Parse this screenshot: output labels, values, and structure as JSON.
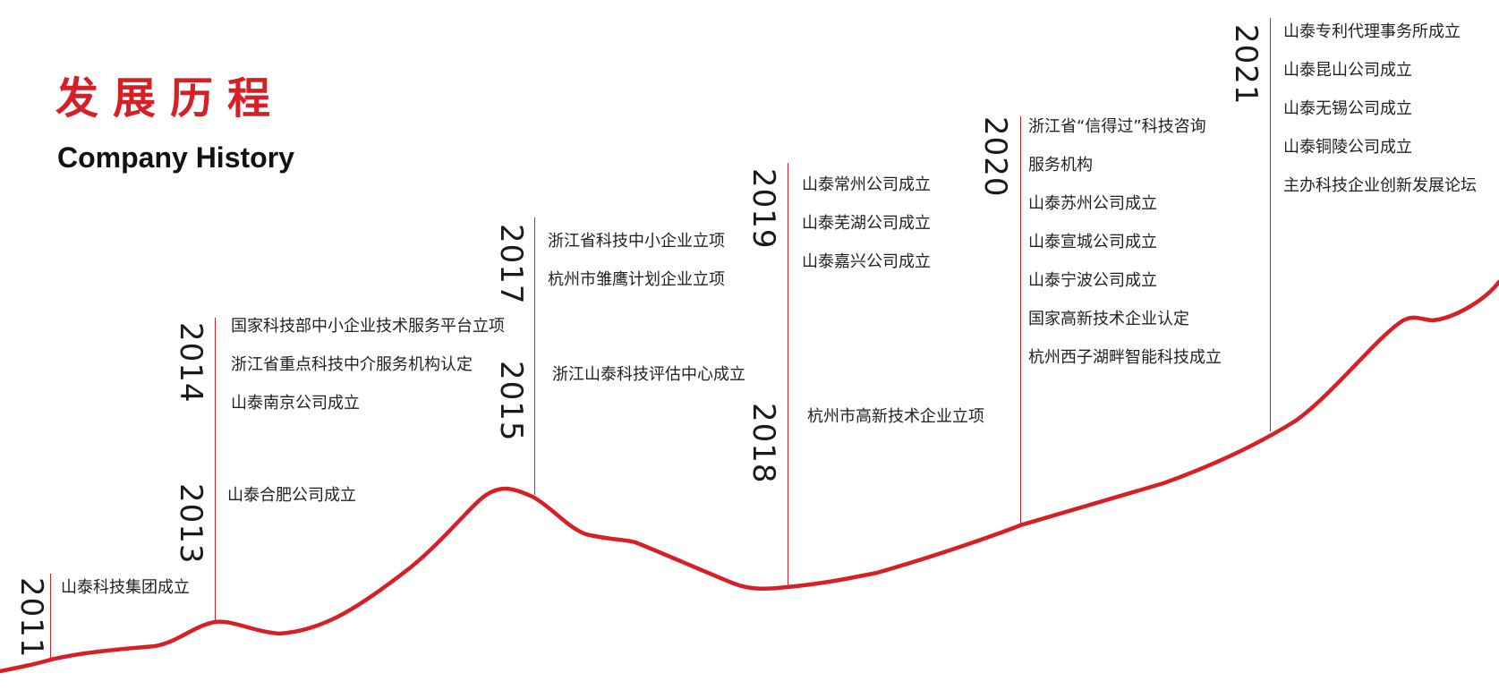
{
  "header": {
    "title_cn": "发展历程",
    "title_en": "Company History"
  },
  "colors": {
    "accent": "#d71f26",
    "text": "#222222"
  },
  "milestones": [
    {
      "year": "2011",
      "events": [
        "山泰科技集团成立"
      ]
    },
    {
      "year": "2013",
      "events": [
        "山泰合肥公司成立"
      ]
    },
    {
      "year": "2014",
      "events": [
        "国家科技部中小企业技术服务平台立项",
        "浙江省重点科技中介服务机构认定",
        "山泰南京公司成立"
      ]
    },
    {
      "year": "2015",
      "events": [
        "浙江山泰科技评估中心成立"
      ]
    },
    {
      "year": "2017",
      "events": [
        "浙江省科技中小企业立项",
        "杭州市雏鹰计划企业立项"
      ]
    },
    {
      "year": "2018",
      "events": [
        "杭州市高新技术企业立项"
      ]
    },
    {
      "year": "2019",
      "events": [
        "山泰常州公司成立",
        "山泰芜湖公司成立",
        "山泰嘉兴公司成立"
      ]
    },
    {
      "year": "2020",
      "events": [
        "浙江省“信得过”科技咨询",
        "服务机构",
        "山泰苏州公司成立",
        "山泰宣城公司成立",
        "山泰宁波公司成立",
        "国家高新技术企业认定",
        "杭州西子湖畔智能科技成立"
      ]
    },
    {
      "year": "2021",
      "events": [
        "山泰专利代理事务所成立",
        "山泰昆山公司成立",
        "山泰无锡公司成立",
        "山泰铜陵公司成立",
        "主办科技企业创新发展论坛"
      ]
    }
  ]
}
